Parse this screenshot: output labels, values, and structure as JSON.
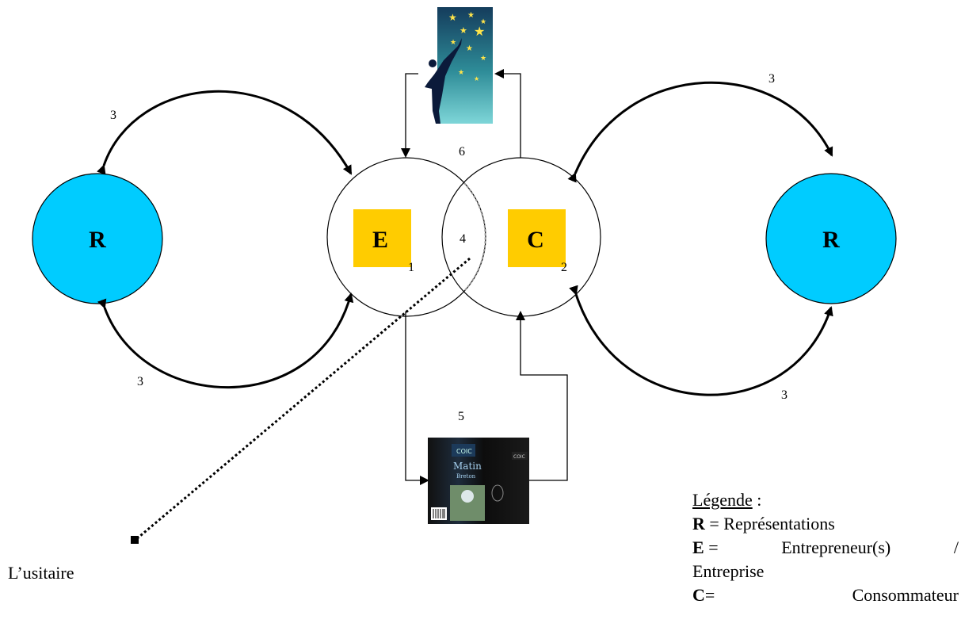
{
  "nodes": {
    "r_left": {
      "letter": "R"
    },
    "e": {
      "letter": "E",
      "number": "1"
    },
    "c": {
      "letter": "C",
      "number": "2"
    },
    "r_right": {
      "letter": "R"
    }
  },
  "numbers": {
    "arc_top_left": "3",
    "arc_bottom_left": "3",
    "arc_top_right": "3",
    "arc_bottom_right": "3",
    "intersection": "4",
    "product": "5",
    "dream": "6"
  },
  "usitaire_label": "L’usitaire",
  "legend": {
    "title": "Légende",
    "title_suffix": " :",
    "r_key": "R",
    "r_text": " = Représentations",
    "e_key": "E",
    "e_eq": " =",
    "e_text": "Entrepreneur(s)",
    "e_slash": "/",
    "e_text2": "Entreprise",
    "c_key": "C",
    "c_eq": "=",
    "c_text": "Consommateur"
  },
  "images": {
    "dream_image": "star-reaching-silhouette",
    "product_image": "coffee-package"
  },
  "colors": {
    "representation_fill": "#00ccff",
    "letter_box": "#ffcc00",
    "dream_gradient_top": "#143c5c",
    "dream_gradient_bottom": "#7ed6d8"
  }
}
